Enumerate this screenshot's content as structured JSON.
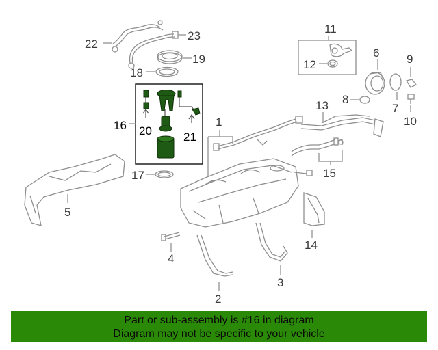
{
  "diagram": {
    "labels": {
      "p1": "1",
      "p2": "2",
      "p3": "3",
      "p4": "4",
      "p5": "5",
      "p6": "6",
      "p7": "7",
      "p8": "8",
      "p9": "9",
      "p10": "10",
      "p11": "11",
      "p12": "12",
      "p13": "13",
      "p14": "14",
      "p15": "15",
      "p16": "16",
      "p17": "17",
      "p18": "18",
      "p19": "19",
      "p20": "20",
      "p21": "21",
      "p22": "22",
      "p23": "23"
    },
    "highlight_color": "#1f5a14"
  },
  "banner": {
    "line1": "Part or sub-assembly is #16 in diagram",
    "line2": "Diagram may not be specific to your vehicle",
    "color": "#2a8a08"
  }
}
